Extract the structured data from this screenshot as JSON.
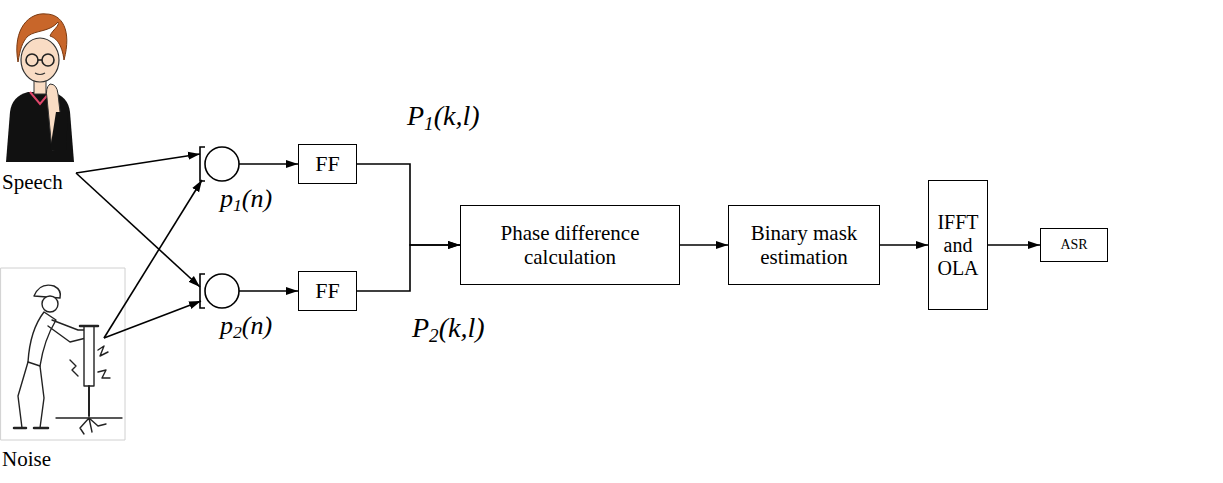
{
  "diagram": {
    "nodes": [
      {
        "text": [
          "Speech"
        ]
      },
      {
        "text": [
          "Noise"
        ]
      },
      {
        "text": [
          "p1(n)"
        ]
      },
      {
        "text": [
          "p2(n)"
        ]
      },
      {
        "text": [
          "FF"
        ]
      },
      {
        "text": [
          "FF"
        ]
      },
      {
        "text": [
          "Phase difference calculation"
        ]
      },
      {
        "text": [
          "Binary mask estimation"
        ]
      },
      {
        "text": [
          "IFFT and OLA"
        ]
      },
      {
        "text": [
          "ASR"
        ]
      }
    ],
    "edges": [
      {
        "from": 0,
        "to": 2,
        "arrow": "to"
      },
      {
        "from": 0,
        "to": 3,
        "arrow": "to"
      },
      {
        "from": 1,
        "to": 2,
        "arrow": "to"
      },
      {
        "from": 1,
        "to": 3,
        "arrow": "to"
      },
      {
        "from": 2,
        "to": 4,
        "arrow": "to"
      },
      {
        "from": 3,
        "to": 5,
        "arrow": "to"
      },
      {
        "from": 4,
        "to": 6,
        "label": "P1(k,l)",
        "arrow": "to"
      },
      {
        "from": 5,
        "to": 6,
        "label": "P2(k,l)",
        "arrow": "to"
      },
      {
        "from": 6,
        "to": 7,
        "arrow": "to"
      },
      {
        "from": 7,
        "to": 8,
        "arrow": "to"
      },
      {
        "from": 8,
        "to": 9,
        "arrow": "to"
      }
    ]
  }
}
